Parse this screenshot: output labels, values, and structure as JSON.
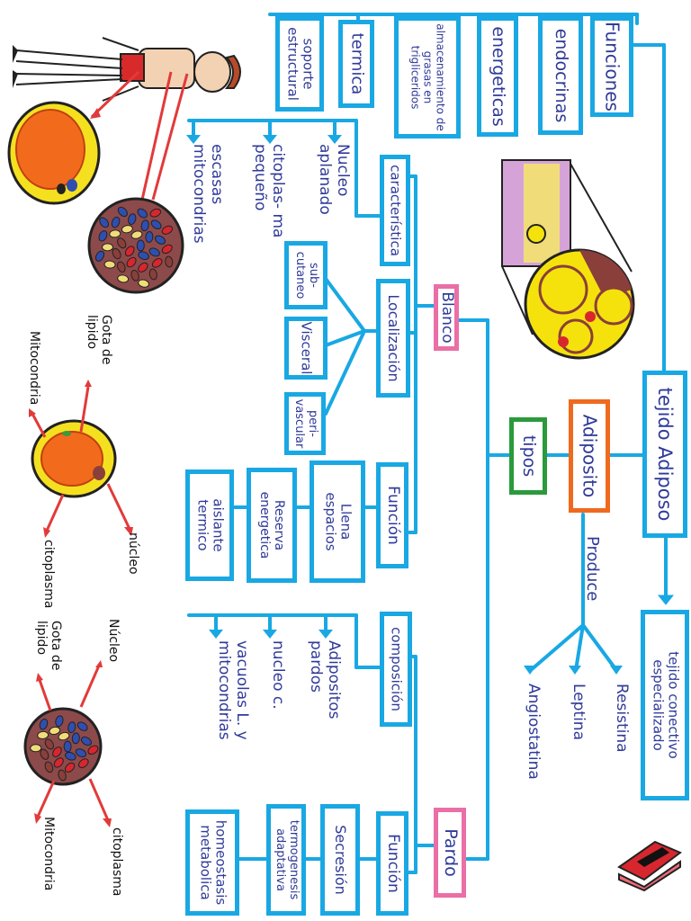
{
  "center": {
    "tejido": "tejido Adiposo",
    "adiposito": "Adiposito",
    "tipos": "tipos",
    "produce": "Produce"
  },
  "produce_items": {
    "resistina": "Resistina",
    "leptina": "Leptina",
    "angiostatina": "Angiostatina"
  },
  "tejido_conectivo": "tejido conectivo especializado",
  "funciones": {
    "title": "Funciones",
    "items": [
      "endocrinas",
      "energeticas",
      "almacenamiento de grasas en trigliceridos",
      "termica",
      "soporte estructural"
    ]
  },
  "blanco": {
    "label": "Blanco",
    "caracteristica": {
      "title": "característica",
      "items": [
        "Nucleo aplanado",
        "citoplas- ma pequeño",
        "escasas mitocondrias"
      ]
    },
    "localizacion": {
      "title": "Localización",
      "items": [
        "sub- cutaneo",
        "Visceral",
        "peri- vascular"
      ]
    },
    "funcion": {
      "title": "Función",
      "items": [
        "Llena espacios",
        "Reserva energetica",
        "aislante termico"
      ]
    }
  },
  "pardo": {
    "label": "Pardo",
    "composicion": {
      "title": "composición",
      "items": [
        "Adipositos pardos",
        "nucleo c.",
        "vacuolas L. y mitocondrias"
      ]
    },
    "funcion": {
      "title": "Función",
      "items": [
        "Secresión",
        "termogenesis adaptativa",
        "homeostasis metabolica"
      ]
    }
  },
  "cell_labels": {
    "white": {
      "gota": "Gota de lipido",
      "mitocondria": "Mitocondria",
      "citoplasma": "citoplasma",
      "nucleo": "núcleo"
    },
    "brown": {
      "nucleo": "Núcleo",
      "gota": "Gota de lipido",
      "mitocondria": "Mitocondria",
      "citoplasma": "citoplasma"
    }
  },
  "colors": {
    "box": "#19a8e3",
    "pink": "#ea6fa6",
    "green": "#2a9a3b",
    "orange": "#ef6a1f",
    "text": "#2f3a99",
    "arrows": "#e23a3a"
  }
}
